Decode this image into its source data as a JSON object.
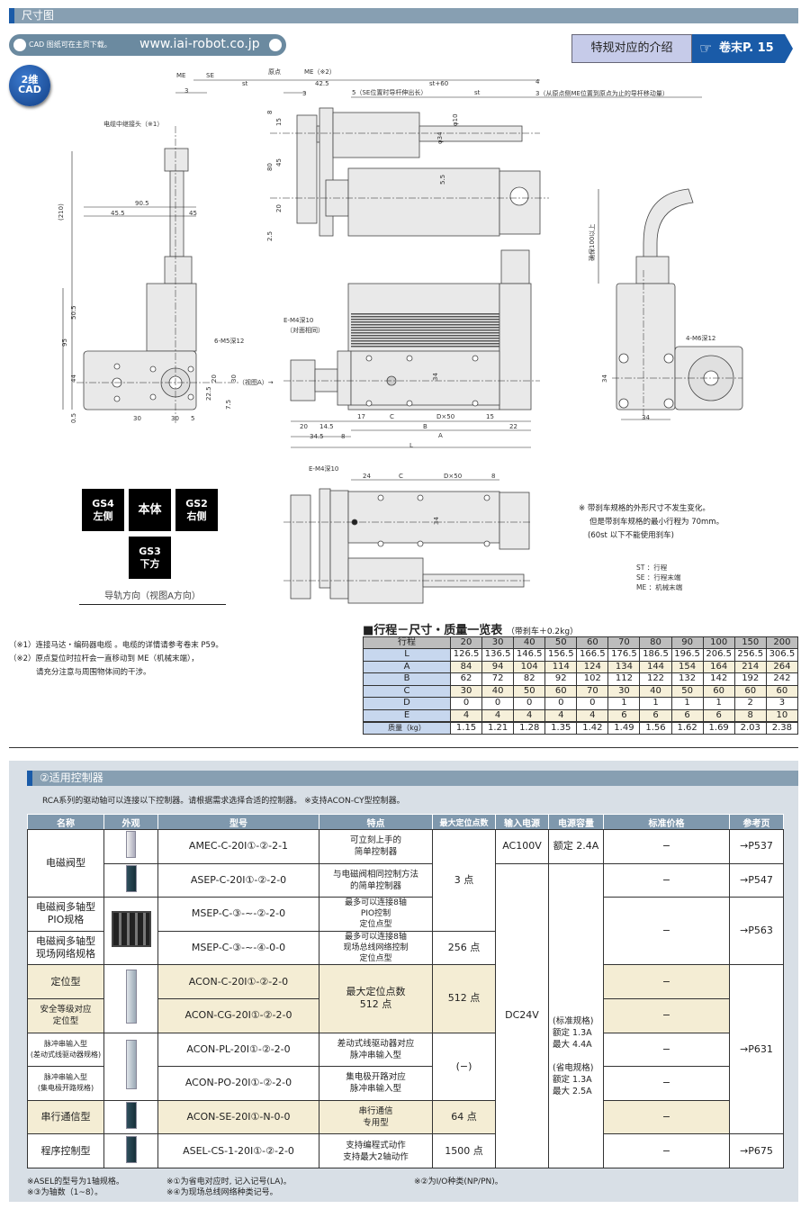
{
  "section1": {
    "title": "尺寸图"
  },
  "cad_banner": {
    "text": "CAD 图纸可在主页下载。",
    "url": "www.iai-robot.co.jp"
  },
  "special": {
    "label": "特规对应的介绍",
    "link": "卷末P. 15",
    "icon": "pointing-hand-icon"
  },
  "badge": {
    "line1": "2维",
    "line2": "CAD"
  },
  "drawing": {
    "me": "ME",
    "se": "SE",
    "origin": "原点",
    "me2": "ME（※2）",
    "st": "st",
    "d425": "42.5",
    "st60": "st+60",
    "d4": "4",
    "d3a": "3",
    "d3b": "3",
    "d5note": "5（SE位置时导杆伸出长）",
    "d3note": "3（从原点侧ME位置到原点为止的导杆移动量）",
    "cable_relay": "电缆中继接头（※1）",
    "d210": "(210)",
    "d905": "90.5",
    "d455": "45.5",
    "d45": "45",
    "d505": "50.5",
    "d95": "95",
    "d44": "44",
    "d05": "0.5",
    "m5": "6-M5深12",
    "d30a": "30",
    "d30b": "30",
    "d5": "5",
    "d20v": "20",
    "d30v": "30",
    "d225": "22.5",
    "d75": "7.5",
    "viewA": "（视图A）→",
    "d8": "8",
    "d15": "15",
    "d80": "80",
    "d45v": "45",
    "d20s": "20",
    "d25": "2.5",
    "phi10": "φ10",
    "phi34": "φ34",
    "d55": "5.5",
    "m4": "E-M4深10",
    "m4b": "（对面相同）",
    "d17": "17",
    "c": "C",
    "dx50": "D×50",
    "d15b": "15",
    "b": "B",
    "d22": "22",
    "d20b": "20",
    "d145": "14.5",
    "d345": "34.5",
    "d8b": "8",
    "a": "A",
    "l": "L",
    "d34": "34",
    "clear100": "确保100以上",
    "m6": "4-M6深12",
    "d34v": "34",
    "d34h": "34",
    "m4c": "E-M4深10",
    "d24": "24",
    "c2": "C",
    "dx50b": "D×50",
    "d8c": "8",
    "d34c": "34"
  },
  "orientation": {
    "gs4": {
      "code": "GS4",
      "label": "左侧"
    },
    "body": {
      "label": "本体"
    },
    "gs2": {
      "code": "GS2",
      "label": "右侧"
    },
    "gs3": {
      "code": "GS3",
      "label": "下方"
    },
    "caption": "导轨方向（视图A方向）"
  },
  "notes": [
    "（※1）连接马达・编码器电缆 。电缆的详情请参考卷末 P59。",
    "（※2）原点复位时拉杆会一直移动到 ME（机械末端），",
    "请充分注意与周围物体间的干涉。"
  ],
  "brake_note": [
    "※ 带刹车规格的外形尺寸不发生变化。",
    "但是带刹车规格的最小行程为 70mm。",
    "(60st 以下不能使用刹车)"
  ],
  "legend": [
    {
      "k": "ST",
      "v": "：行程"
    },
    {
      "k": "SE",
      "v": "：行程末端"
    },
    {
      "k": "ME",
      "v": "：机械末端"
    }
  ],
  "stroke_table": {
    "title": "■行程－尺寸・质量一览表",
    "subtitle": "（带刹车＋0.2kg）",
    "header": "行程",
    "strokes": [
      "20",
      "30",
      "40",
      "50",
      "60",
      "70",
      "80",
      "90",
      "100",
      "150",
      "200"
    ],
    "rows": [
      {
        "k": "L",
        "v": [
          "126.5",
          "136.5",
          "146.5",
          "156.5",
          "166.5",
          "176.5",
          "186.5",
          "196.5",
          "206.5",
          "256.5",
          "306.5"
        ]
      },
      {
        "k": "A",
        "v": [
          "84",
          "94",
          "104",
          "114",
          "124",
          "134",
          "144",
          "154",
          "164",
          "214",
          "264"
        ]
      },
      {
        "k": "B",
        "v": [
          "62",
          "72",
          "82",
          "92",
          "102",
          "112",
          "122",
          "132",
          "142",
          "192",
          "242"
        ]
      },
      {
        "k": "C",
        "v": [
          "30",
          "40",
          "50",
          "60",
          "70",
          "30",
          "40",
          "50",
          "60",
          "60",
          "60"
        ]
      },
      {
        "k": "D",
        "v": [
          "0",
          "0",
          "0",
          "0",
          "0",
          "1",
          "1",
          "1",
          "1",
          "2",
          "3"
        ]
      },
      {
        "k": "E",
        "v": [
          "4",
          "4",
          "4",
          "4",
          "4",
          "6",
          "6",
          "6",
          "6",
          "8",
          "10"
        ]
      }
    ],
    "mass": {
      "k": "质量（kg）",
      "v": [
        "1.15",
        "1.21",
        "1.28",
        "1.35",
        "1.42",
        "1.49",
        "1.56",
        "1.62",
        "1.69",
        "2.03",
        "2.38"
      ]
    }
  },
  "section2": {
    "title": "②适用控制器",
    "desc": "RCA系列的驱动轴可以连接以下控制器。请根据需求选择合适的控制器。 ※支持ACON-CY型控制器。"
  },
  "ctrl": {
    "headers": [
      "名称",
      "外观",
      "型号",
      "特点",
      "最大定位点数",
      "输入电源",
      "电源容量",
      "标准价格",
      "参考页"
    ],
    "names": [
      "电磁阀型",
      "电磁阀多轴型\nPIO规格",
      "电磁阀多轴型\n现场网络规格",
      "定位型",
      "安全等级对应\n定位型",
      "脉冲串输入型\n(差动式线驱动器规格)",
      "脉冲串输入型\n(集电极开路规格)",
      "串行通信型",
      "程序控制型"
    ],
    "models": [
      "AMEC-C-20I①-②-2-1",
      "ASEP-C-20I①-②-2-0",
      "MSEP-C-③-~-②-2-0",
      "MSEP-C-③-~-④-0-0",
      "ACON-C-20I①-②-2-0",
      "ACON-CG-20I①-②-2-0",
      "ACON-PL-20I①-②-2-0",
      "ACON-PO-20I①-②-2-0",
      "ACON-SE-20I①-N-0-0",
      "ASEL-CS-1-20I①-②-2-0"
    ],
    "features": [
      "可立刻上手的\n简单控制器",
      "与电磁阀相同控制方法\n的简单控制器",
      "最多可以连接8轴\nPIO控制\n定位点型",
      "最多可以连接8轴\n现场总线网络控制\n定位点型",
      "最大定位点数\n512 点",
      "差动式线驱动器对应\n脉冲串输入型",
      "集电极开路对应\n脉冲串输入型",
      "串行通信\n专用型",
      "支持编程式动作\n支持最大2轴动作"
    ],
    "points": [
      "3 点",
      "256 点",
      "512 点",
      "(−)",
      "64 点",
      "1500 点"
    ],
    "power": [
      "AC100V",
      "DC24V"
    ],
    "capacity": [
      "额定 2.4A",
      "(标准规格)\n额定 1.3A\n最大 4.4A\n\n(省电规格)\n额定 1.3A\n最大 2.5A"
    ],
    "price": "−",
    "pages": [
      "→P537",
      "→P547",
      "→P563",
      "→P631",
      "→P675"
    ]
  },
  "footnotes": [
    "※ASEL的型号为1轴规格。",
    "※③为轴数（1~8）。",
    "※①为省电对应时, 记入记号(LA)。",
    "※④为现场总线网络种类记号。",
    "※②为I/O种类(NP/PN)。"
  ]
}
